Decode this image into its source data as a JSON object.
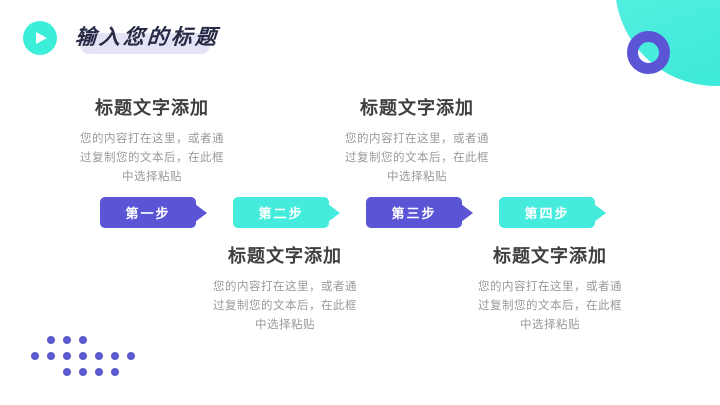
{
  "header": {
    "title": "输入您的标题"
  },
  "steps": [
    {
      "label": "第一步",
      "color": "#5b55d6"
    },
    {
      "label": "第二步",
      "color": "#45ecdd"
    },
    {
      "label": "第三步",
      "color": "#5b55d6"
    },
    {
      "label": "第四步",
      "color": "#45ecdd"
    }
  ],
  "text_blocks": [
    {
      "heading": "标题文字添加",
      "body_lines": [
        "您的内容打在这里，或者通",
        "过复制您的文本后，在此框",
        "中选择粘贴"
      ]
    },
    {
      "heading": "标题文字添加",
      "body_lines": [
        "您的内容打在这里，或者通",
        "过复制您的文本后，在此框",
        "中选择粘贴"
      ]
    },
    {
      "heading": "标题文字添加",
      "body_lines": [
        "您的内容打在这里，或者通",
        "过复制您的文本后，在此框",
        "中选择粘贴"
      ]
    },
    {
      "heading": "标题文字添加",
      "body_lines": [
        "您的内容打在这里，或者通",
        "过复制您的文本后，在此框",
        "中选择粘贴"
      ]
    }
  ],
  "decor": {
    "dots": {
      "color": "#5b57d0",
      "rows": [
        {
          "offset": 1,
          "count": 3
        },
        {
          "offset": 0,
          "count": 7
        },
        {
          "offset": 2,
          "count": 4
        }
      ]
    }
  },
  "colors": {
    "accent_purple": "#5b55d6",
    "accent_teal": "#45ecdd",
    "title_text": "#272b45",
    "title_highlight": "#e5e3f6",
    "heading_text": "#3f3f3f",
    "body_text": "#9a9a9a",
    "background": "#ffffff"
  }
}
